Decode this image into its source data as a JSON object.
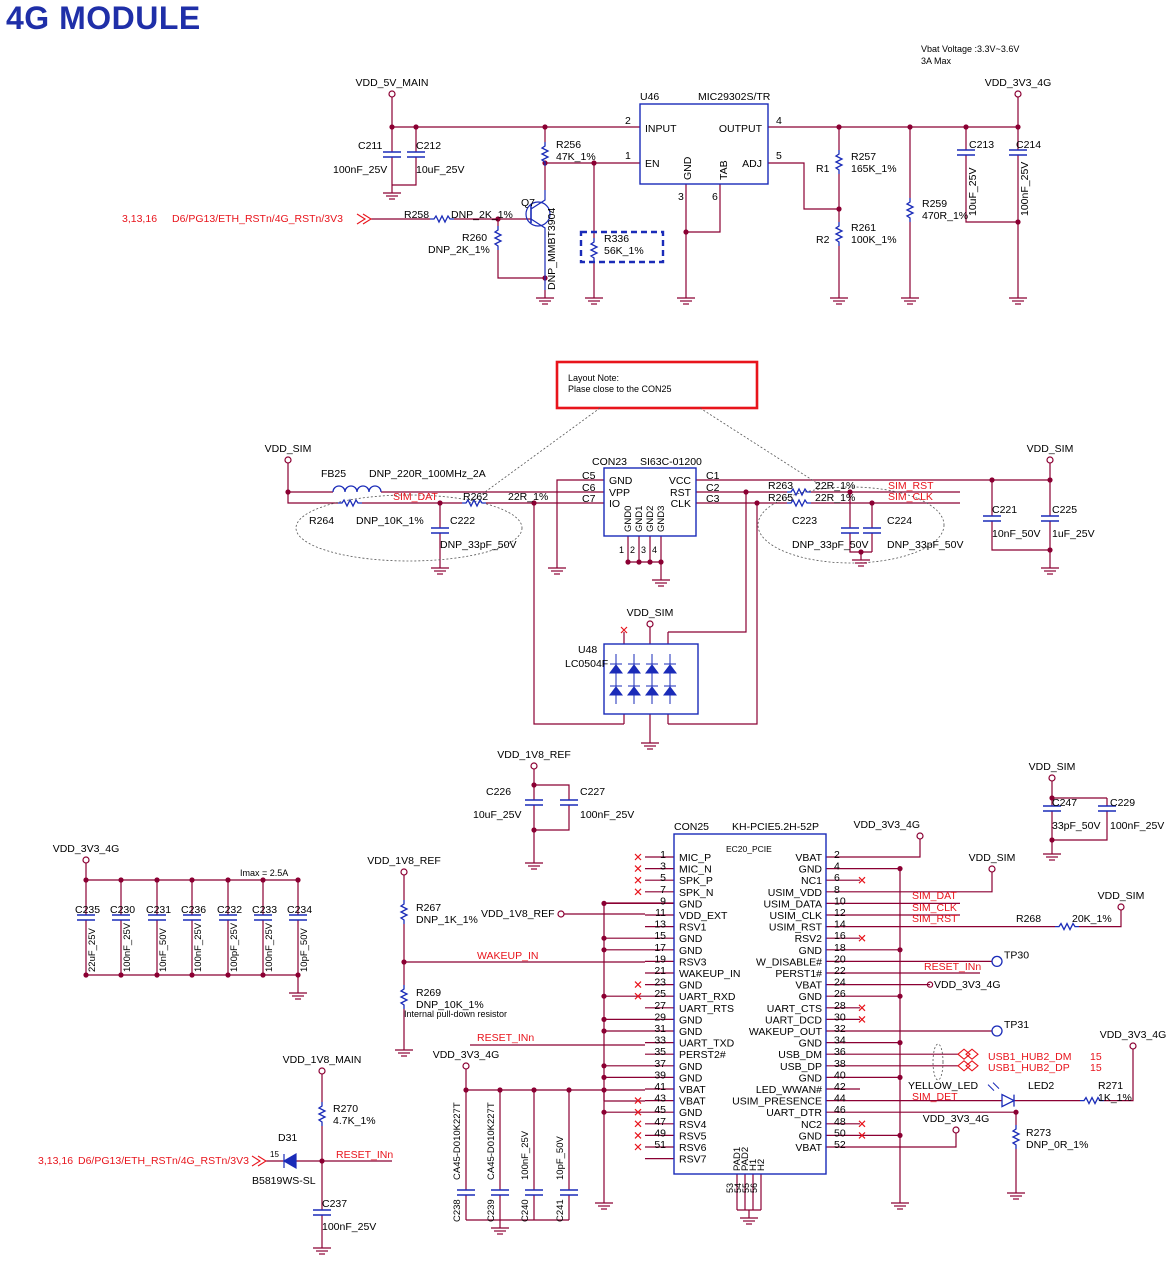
{
  "page_title": "4G MODULE",
  "colors": {
    "wire": "#8b0033",
    "text": "#000000",
    "accent_red": "#e8141c",
    "symbol_blue": "#1a2bb8",
    "title_blue": "#1f2fa8"
  },
  "notes": {
    "vbat_line1": "Vbat Voltage :3.3V~3.6V",
    "vbat_line2": "3A Max",
    "layout_note_line1": "Layout Note:",
    "layout_note_line2": "Plase close to the CON25",
    "imax": "Imax = 2.5A",
    "pulldown": "Internal pull-down resistor"
  },
  "nets": {
    "vdd_5v_main": "VDD_5V_MAIN",
    "vdd_3v3_4g": "VDD_3V3_4G",
    "vdd_sim": "VDD_SIM",
    "vdd_1v8_ref": "VDD_1V8_REF",
    "vdd_1v8_main": "VDD_1V8_MAIN",
    "eth_rst_ref": "3,13,16",
    "eth_rst": "D6/PG13/ETH_RSTn/4G_RSTn/3V3",
    "sim_dat": "SIM_DAT",
    "sim_rst": "SIM_RST",
    "sim_clk": "SIM_CLK",
    "wakeup_in": "WAKEUP_IN",
    "reset_inn": "RESET_INn",
    "sim_det": "SIM_DET",
    "usb1_hub2_dm": "USB1_HUB2_DM",
    "usb1_hub2_dp": "USB1_HUB2_DP",
    "usb_page_ref": "15",
    "yellow_led": "YELLOW_LED",
    "r1": "R1",
    "r2": "R2"
  },
  "regulator": {
    "ref": "U46",
    "part": "MIC29302S/TR",
    "pin_input": "INPUT",
    "pin_output": "OUTPUT",
    "pin_en": "EN",
    "pin_gnd": "GND",
    "pin_tab": "TAB",
    "pin_adj": "ADJ",
    "n2": "2",
    "n4": "4",
    "n1": "1",
    "n5": "5",
    "n3": "3",
    "n6": "6"
  },
  "parts": {
    "c211": "C211",
    "c211_v": "100nF_25V",
    "c212": "C212",
    "c212_v": "10uF_25V",
    "r256": "R256",
    "r256_v": "47K_1%",
    "q7": "Q7",
    "q7_v": "DNP_MMBT3904",
    "r258": "R258",
    "r258_v": "DNP_2K_1%",
    "r260": "R260",
    "r260_v": "DNP_2K_1%",
    "r336": "R336",
    "r336_v": "56K_1%",
    "r257": "R257",
    "r257_v": "165K_1%",
    "r261": "R261",
    "r261_v": "100K_1%",
    "r259": "R259",
    "r259_v": "470R_1%",
    "c213": "C213",
    "c213_v": "10uF_25V",
    "c214": "C214",
    "c214_v": "100nF_25V",
    "fb25": "FB25",
    "fb25_v": "DNP_220R_100MHz_2A",
    "r264": "R264",
    "r264_v": "DNP_10K_1%",
    "r262": "R262",
    "r262_v": "22R_1%",
    "c222": "C222",
    "c222_v": "DNP_33pF_50V",
    "r263": "R263",
    "r263_v": "22R_1%",
    "r265": "R265",
    "r265_v": "22R_1%",
    "c223": "C223",
    "c223_v": "DNP_33pF_50V",
    "c224": "C224",
    "c224_v": "DNP_33pF_50V",
    "c221": "C221",
    "c221_v": "10nF_50V",
    "c225": "C225",
    "c225_v": "1uF_25V",
    "u48": "U48",
    "u48_v": "LC0504F",
    "c226": "C226",
    "c226_v": "10uF_25V",
    "c227": "C227",
    "c227_v": "100nF_25V",
    "c247": "C247",
    "c247_v": "33pF_50V",
    "c229": "C229",
    "c229_v": "100nF_25V",
    "r267": "R267",
    "r267_v": "DNP_1K_1%",
    "r269": "R269",
    "r269_v": "DNP_10K_1%",
    "r268": "R268",
    "r268_v": "20K_1%",
    "tp30": "TP30",
    "tp31": "TP31",
    "led2": "LED2",
    "r271": "R271",
    "r271_v": "1K_1%",
    "r273": "R273",
    "r273_v": "DNP_0R_1%",
    "r270": "R270",
    "r270_v": "4.7K_1%",
    "d31": "D31",
    "d31_v": "B5819WS-SL",
    "c237": "C237",
    "c237_v": "100nF_25V",
    "c238": "C238",
    "c238_v": "CA45-D010K227T",
    "c239": "C239",
    "c239_v": "CA45-D010K227T",
    "c240": "C240",
    "c240_v": "100nF_25V",
    "c241": "C241",
    "c241_v": "10pF_50V"
  },
  "decoupling": [
    {
      "ref": "C235",
      "val": "22uF_25V"
    },
    {
      "ref": "C230",
      "val": "100nF_25V"
    },
    {
      "ref": "C231",
      "val": "10nF_50V"
    },
    {
      "ref": "C236",
      "val": "100nF_25V"
    },
    {
      "ref": "C232",
      "val": "100pF_25V"
    },
    {
      "ref": "C233",
      "val": "100nF_25V"
    },
    {
      "ref": "C234",
      "val": "10pF_50V"
    }
  ],
  "sim_socket": {
    "ref": "CON23",
    "part": "SI63C-01200",
    "left_pins": [
      {
        "n": "C5",
        "name": "GND"
      },
      {
        "n": "C6",
        "name": "VPP"
      },
      {
        "n": "C7",
        "name": "IO"
      }
    ],
    "right_pins": [
      {
        "n": "C1",
        "name": "VCC"
      },
      {
        "n": "C2",
        "name": "RST"
      },
      {
        "n": "C3",
        "name": "CLK"
      }
    ],
    "gnd_pins": [
      "GND0",
      "GND1",
      "GND2",
      "GND3"
    ],
    "gnd_nums": [
      "1",
      "2",
      "3",
      "4"
    ]
  },
  "module": {
    "ref": "CON25",
    "part": "KH-PCIE5.2H-52P",
    "subtitle": "EC20_PCIE",
    "left_pins": [
      {
        "n": "1",
        "name": "MIC_P"
      },
      {
        "n": "3",
        "name": "MIC_N"
      },
      {
        "n": "5",
        "name": "SPK_P"
      },
      {
        "n": "7",
        "name": "SPK_N"
      },
      {
        "n": "9",
        "name": "GND"
      },
      {
        "n": "11",
        "name": "VDD_EXT"
      },
      {
        "n": "13",
        "name": "RSV1"
      },
      {
        "n": "15",
        "name": "GND"
      },
      {
        "n": "17",
        "name": "GND"
      },
      {
        "n": "19",
        "name": "RSV3"
      },
      {
        "n": "21",
        "name": "WAKEUP_IN"
      },
      {
        "n": "23",
        "name": "GND"
      },
      {
        "n": "25",
        "name": "UART_RXD"
      },
      {
        "n": "27",
        "name": "UART_RTS"
      },
      {
        "n": "29",
        "name": "GND"
      },
      {
        "n": "31",
        "name": "GND"
      },
      {
        "n": "33",
        "name": "UART_TXD"
      },
      {
        "n": "35",
        "name": "PERST2#"
      },
      {
        "n": "37",
        "name": "GND"
      },
      {
        "n": "39",
        "name": "GND"
      },
      {
        "n": "41",
        "name": "VBAT"
      },
      {
        "n": "43",
        "name": "VBAT"
      },
      {
        "n": "45",
        "name": "GND"
      },
      {
        "n": "47",
        "name": "RSV4"
      },
      {
        "n": "49",
        "name": "RSV5"
      },
      {
        "n": "51",
        "name": "RSV6"
      },
      {
        "n": "",
        "name": "RSV7"
      }
    ],
    "right_pins": [
      {
        "n": "2",
        "name": "VBAT"
      },
      {
        "n": "4",
        "name": "GND"
      },
      {
        "n": "6",
        "name": "NC1"
      },
      {
        "n": "8",
        "name": "USIM_VDD"
      },
      {
        "n": "10",
        "name": "USIM_DATA"
      },
      {
        "n": "12",
        "name": "USIM_CLK"
      },
      {
        "n": "14",
        "name": "USIM_RST"
      },
      {
        "n": "16",
        "name": "RSV2"
      },
      {
        "n": "18",
        "name": "GND"
      },
      {
        "n": "20",
        "name": "W_DISABLE#"
      },
      {
        "n": "22",
        "name": "PERST1#"
      },
      {
        "n": "24",
        "name": "VBAT"
      },
      {
        "n": "26",
        "name": "GND"
      },
      {
        "n": "28",
        "name": "UART_CTS"
      },
      {
        "n": "30",
        "name": "UART_DCD"
      },
      {
        "n": "32",
        "name": "WAKEUP_OUT"
      },
      {
        "n": "34",
        "name": "GND"
      },
      {
        "n": "36",
        "name": "USB_DM"
      },
      {
        "n": "38",
        "name": "USB_DP"
      },
      {
        "n": "40",
        "name": "GND"
      },
      {
        "n": "42",
        "name": "LED_WWAN#"
      },
      {
        "n": "44",
        "name": "USIM_PRESENCE"
      },
      {
        "n": "46",
        "name": "UART_DTR"
      },
      {
        "n": "48",
        "name": "NC2"
      },
      {
        "n": "50",
        "name": "GND"
      },
      {
        "n": "52",
        "name": "VBAT"
      }
    ],
    "bottom_pins": [
      {
        "n": "53",
        "name": "PAD1"
      },
      {
        "n": "54",
        "name": "PAD2"
      },
      {
        "n": "55",
        "name": "H1"
      },
      {
        "n": "56",
        "name": "H2"
      }
    ]
  }
}
